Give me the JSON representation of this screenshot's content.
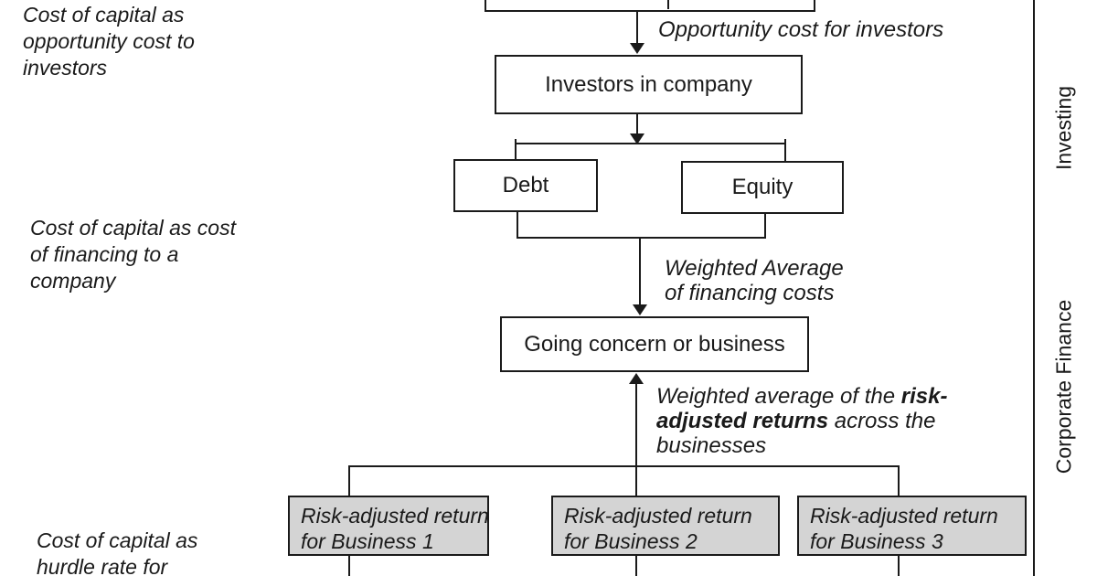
{
  "diagram": {
    "left_annotations": [
      {
        "lines": [
          "Cost of capital as",
          "opportunity cost to",
          "investors"
        ]
      },
      {
        "lines": [
          "Cost of capital as cost",
          "of financing to a",
          "company"
        ]
      },
      {
        "lines": [
          "Cost of capital as",
          "hurdle rate for"
        ]
      }
    ],
    "nodes": {
      "investors": {
        "label": "Investors in company"
      },
      "debt": {
        "label": "Debt"
      },
      "equity": {
        "label": "Equity"
      },
      "going_concern": {
        "label": "Going concern or business"
      },
      "business1": {
        "lines": [
          "Risk-adjusted return",
          "for Business 1"
        ]
      },
      "business2": {
        "lines": [
          "Risk-adjusted return",
          "for Business 2"
        ]
      },
      "business3": {
        "lines": [
          "Risk-adjusted return",
          "for Business 3"
        ]
      }
    },
    "edge_labels": {
      "opportunity": "Opportunity cost for investors",
      "wacc_line1": "Weighted Average",
      "wacc_line2": "of financing costs",
      "risk_prefix": "Weighted average of the ",
      "risk_bold1": "risk-",
      "risk_bold2": "adjusted returns",
      "risk_suffix": " across the",
      "risk_line3": "businesses"
    },
    "side_labels": {
      "investing": "Investing",
      "corporate_finance": "Corporate Finance"
    },
    "colors": {
      "line": "#1a1a1a",
      "gray_box_fill": "#d4d4d4",
      "background": "#ffffff"
    }
  }
}
